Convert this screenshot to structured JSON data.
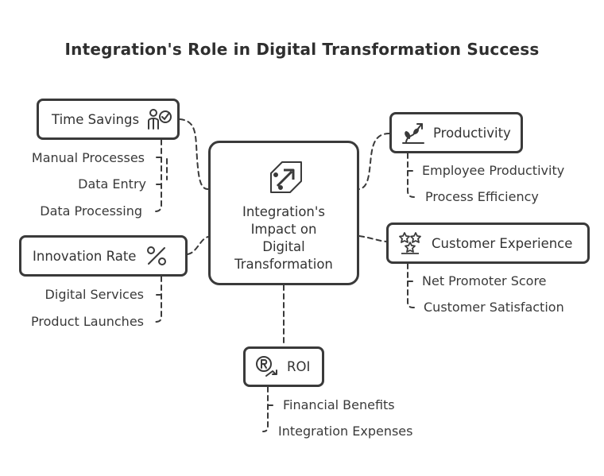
{
  "title": "Integration's Role in Digital Transformation Success",
  "center": {
    "lines": [
      "Integration's",
      "Impact on",
      "Digital",
      "Transformation"
    ]
  },
  "branches": {
    "time_savings": {
      "label": "Time Savings",
      "icon": "person-check-icon",
      "items": [
        "Manual Processes",
        "Data Entry",
        "Data Processing"
      ]
    },
    "innovation_rate": {
      "label": "Innovation Rate",
      "icon": "percent-icon",
      "items": [
        "Digital Services",
        "Product Launches"
      ]
    },
    "productivity": {
      "label": "Productivity",
      "icon": "growth-plant-icon",
      "items": [
        "Employee Productivity",
        "Process Efficiency"
      ]
    },
    "customer_experience": {
      "label": "Customer Experience",
      "icon": "star-rating-icon",
      "items": [
        "Net Promoter Score",
        "Customer Satisfaction"
      ]
    },
    "roi": {
      "label": "ROI",
      "icon": "registered-arrow-icon",
      "items": [
        "Financial Benefits",
        "Integration Expenses"
      ]
    }
  },
  "colors": {
    "stroke": "#3a3a3a",
    "text": "#333333",
    "background": "#ffffff"
  }
}
